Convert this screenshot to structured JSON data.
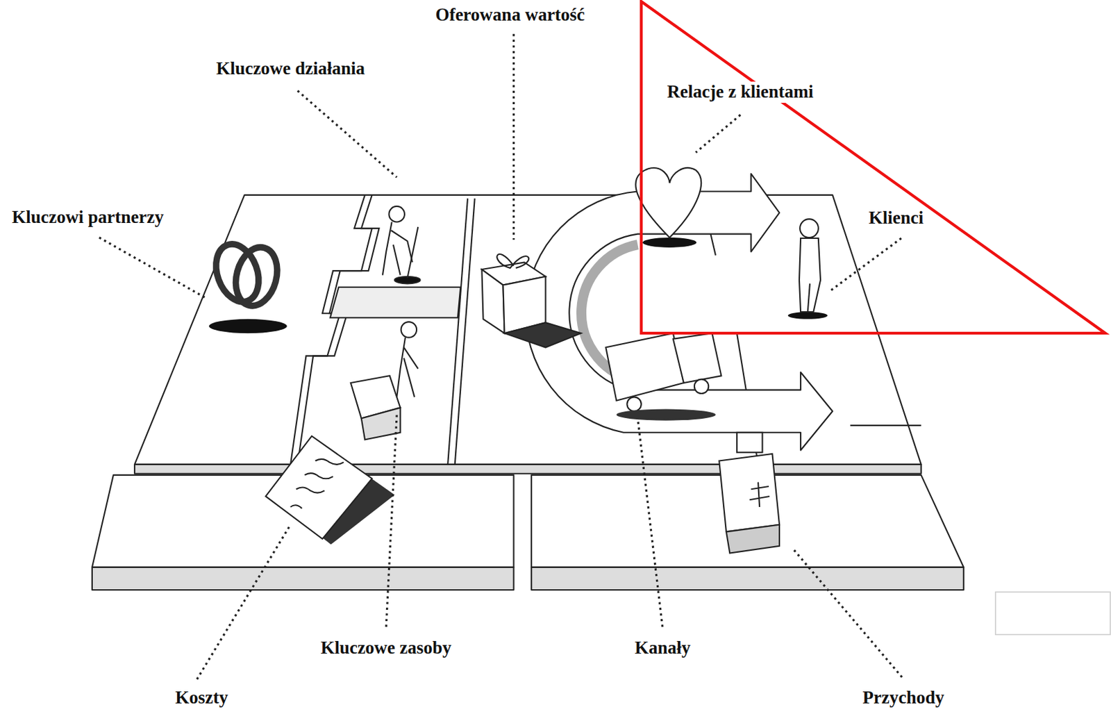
{
  "diagram": {
    "labels": [
      "Oferowana wartość",
      "Kluczowe działania",
      "Relacje z klientami",
      "Klienci",
      "Kluczowi partnerzy",
      "Kluczowe zasoby",
      "Kanały",
      "Koszty",
      "Przychody"
    ]
  }
}
